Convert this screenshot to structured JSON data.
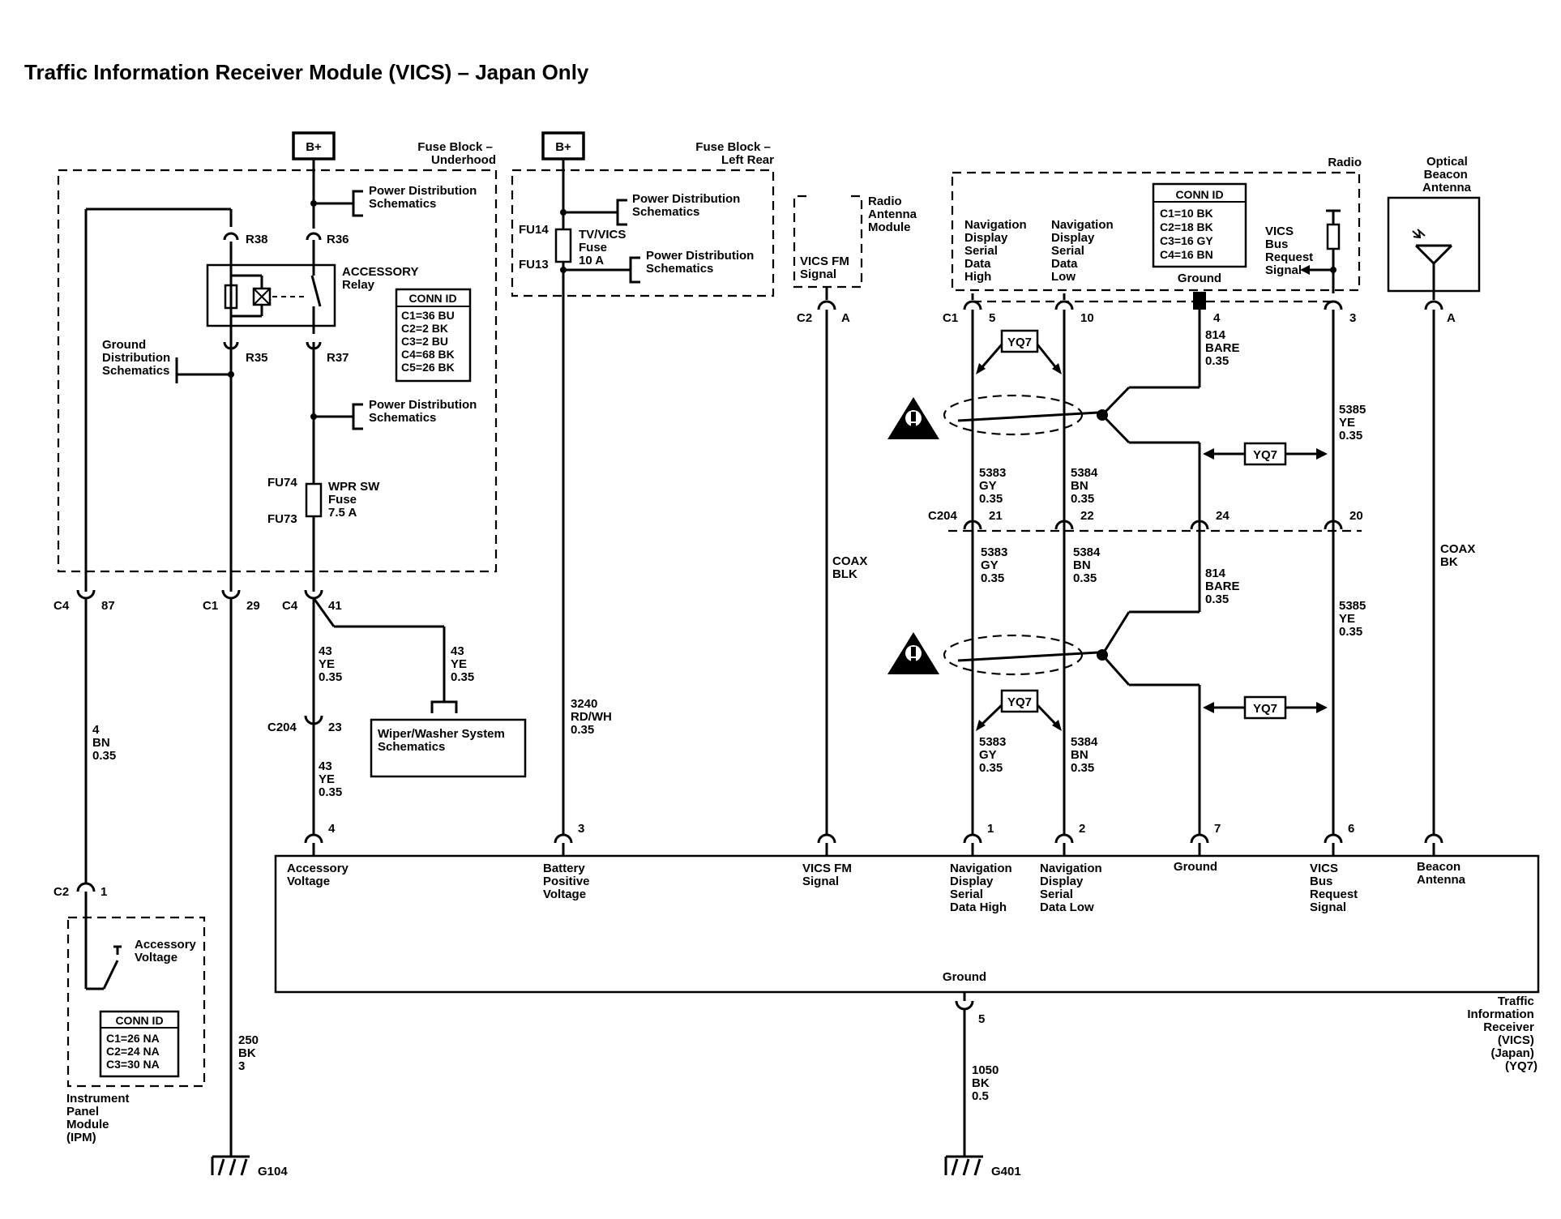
{
  "title": "Traffic Information Receiver Module (VICS) – Japan Only",
  "power": {
    "b_plus_1": "B+",
    "b_plus_2": "B+"
  },
  "fuse_block_underhood": [
    "Fuse Block –",
    "Underhood"
  ],
  "fuse_block_left_rear": [
    "Fuse Block –",
    "Left Rear"
  ],
  "power_dist_1": [
    "Power Distribution",
    "Schematics"
  ],
  "power_dist_2": [
    "Power Distribution",
    "Schematics"
  ],
  "power_dist_3": [
    "Power Distribution",
    "Schematics"
  ],
  "power_dist_4": [
    "Power Distribution",
    "Schematics"
  ],
  "relay": {
    "name": [
      "ACCESSORY",
      "Relay"
    ],
    "r38": "R38",
    "r36": "R36",
    "r35": "R35",
    "r37": "R37"
  },
  "conn_id_relay": {
    "header": "CONN ID",
    "rows": [
      "C1=36 BU",
      "C2=2 BK",
      "C3=2 BU",
      "C4=68 BK",
      "C5=26 BK"
    ]
  },
  "ground_dist": [
    "Ground",
    "Distribution",
    "Schematics"
  ],
  "wpr_fuse": {
    "top": "FU74",
    "bottom": "FU73",
    "name": [
      "WPR SW",
      "Fuse",
      "7.5 A"
    ]
  },
  "tv_fuse": {
    "top": "FU14",
    "bottom": "FU13",
    "name": [
      "TV/VICS",
      "Fuse",
      "10 A"
    ]
  },
  "radio_antenna": {
    "name": [
      "Radio",
      "Antenna",
      "Module"
    ],
    "signal": [
      "VICS FM",
      "Signal"
    ],
    "conn": "C2",
    "pin": "A"
  },
  "radio": {
    "name": "Radio",
    "nav_high": [
      "Navigation",
      "Display",
      "Serial",
      "Data",
      "High"
    ],
    "nav_low": [
      "Navigation",
      "Display",
      "Serial",
      "Data",
      "Low"
    ],
    "ground": "Ground",
    "bus_req": [
      "VICS",
      "Bus",
      "Request",
      "Signal"
    ],
    "conn_id": {
      "header": "CONN ID",
      "rows": [
        "C1=10 BK",
        "C2=18 BK",
        "C3=16 GY",
        "C4=16 BN"
      ]
    },
    "conn": "C1",
    "pins": [
      "5",
      "10",
      "4",
      "3"
    ]
  },
  "optical": {
    "name": [
      "Optical",
      "Beacon",
      "Antenna"
    ],
    "pin": "A"
  },
  "yq7": "YQ7",
  "wires_upper": {
    "w814": [
      "814",
      "BARE",
      "0.35"
    ],
    "w5385": [
      "5385",
      "YE",
      "0.35"
    ],
    "w5383": [
      "5383",
      "GY",
      "0.35"
    ],
    "w5384": [
      "5384",
      "BN",
      "0.35"
    ]
  },
  "c204_mid": {
    "conn": "C204",
    "pins": [
      "21",
      "22",
      "24",
      "20"
    ]
  },
  "wires_mid": {
    "w5383": [
      "5383",
      "GY",
      "0.35"
    ],
    "w5384": [
      "5384",
      "BN",
      "0.35"
    ],
    "w814": [
      "814",
      "BARE",
      "0.35"
    ],
    "w5385": [
      "5385",
      "YE",
      "0.35"
    ]
  },
  "wires_lower": {
    "w5383": [
      "5383",
      "GY",
      "0.35"
    ],
    "w5384": [
      "5384",
      "BN",
      "0.35"
    ]
  },
  "coax_1": [
    "COAX",
    "BLK"
  ],
  "coax_2": [
    "COAX",
    "BK"
  ],
  "left_conns": {
    "c4_87": {
      "conn": "C4",
      "pin": "87"
    },
    "c1_29": {
      "conn": "C1",
      "pin": "29"
    },
    "c4_41": {
      "conn": "C4",
      "pin": "41"
    }
  },
  "w43_a": [
    "43",
    "YE",
    "0.35"
  ],
  "w43_b": [
    "43",
    "YE",
    "0.35"
  ],
  "w43_c": [
    "43",
    "YE",
    "0.35"
  ],
  "c204_left": {
    "conn": "C204",
    "pin": "23"
  },
  "wiper": [
    "Wiper/Washer System",
    "Schematics"
  ],
  "w4": [
    "4",
    "BN",
    "0.35"
  ],
  "w3240": [
    "3240",
    "RD/WH",
    "0.35"
  ],
  "w250": [
    "250",
    "BK",
    "3"
  ],
  "w1050": [
    "1050",
    "BK",
    "0.5"
  ],
  "module": {
    "pins": [
      "4",
      "3",
      "1",
      "2",
      "7",
      "6"
    ],
    "accessory": [
      "Accessory",
      "Voltage"
    ],
    "battery": [
      "Battery",
      "Positive",
      "Voltage"
    ],
    "vics_fm": [
      "VICS FM",
      "Signal"
    ],
    "nav_high": [
      "Navigation",
      "Display",
      "Serial",
      "Data High"
    ],
    "nav_low": [
      "Navigation",
      "Display",
      "Serial",
      "Data Low"
    ],
    "ground_top": "Ground",
    "bus_req": [
      "VICS",
      "Bus",
      "Request",
      "Signal"
    ],
    "beacon": [
      "Beacon",
      "Antenna"
    ],
    "ground_bottom": "Ground",
    "gnd_pin": "5",
    "name": [
      "Traffic",
      "Information",
      "Receiver",
      "(VICS)",
      "(Japan)",
      "(YQ7)"
    ]
  },
  "ipm": {
    "conn": "C2",
    "pin": "1",
    "acc_voltage": [
      "Accessory",
      "Voltage"
    ],
    "conn_id": {
      "header": "CONN ID",
      "rows": [
        "C1=26 NA",
        "C2=24 NA",
        "C3=30 NA"
      ]
    },
    "name": [
      "Instrument",
      "Panel",
      "Module",
      "(IPM)"
    ]
  },
  "grounds": {
    "g104": "G104",
    "g401": "G401"
  }
}
